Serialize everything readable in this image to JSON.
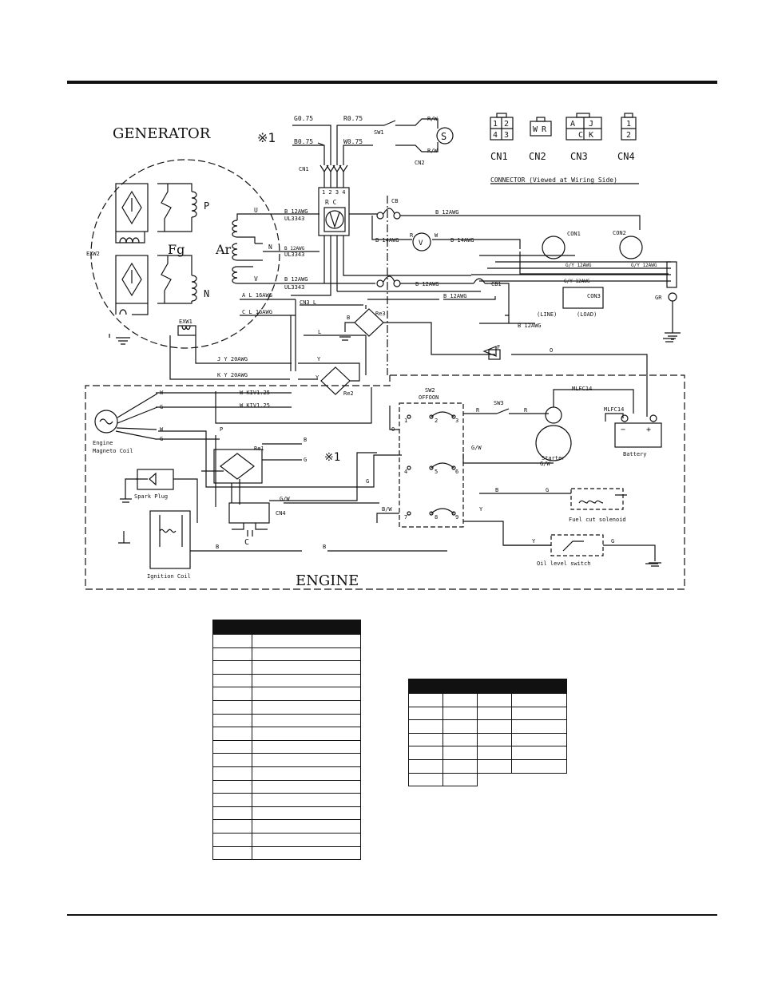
{
  "colors": {
    "ink": "#111111",
    "paper": "#ffffff"
  },
  "labels": {
    "generator": "GENERATOR",
    "engine": "ENGINE",
    "note_mark": "※1",
    "connector_note": "CONNECTOR (Viewed at Wiring Side)",
    "cn1": "CN1",
    "cn2": "CN2",
    "cn3": "CN3",
    "cn4": "CN4",
    "cn1_pins": [
      "1",
      "2",
      "4",
      "3"
    ],
    "cn2_pins": [
      "W",
      "R"
    ],
    "cn3_pins": [
      "A",
      "J",
      "C",
      "K"
    ],
    "cn4_pins": [
      "1",
      "2"
    ],
    "g075": "G0.75",
    "r075": "R0.75",
    "b075": "B0.75",
    "w075": "W0.75",
    "sw1": "SW1",
    "rw": "R/W",
    "s": "S",
    "cn1_small": "CN1",
    "cn2_small": "CN2",
    "rc": "R C",
    "pins1234": "1 2 3 4",
    "ul3343": "UL3343",
    "u": "U",
    "n": "N",
    "v": "V",
    "p": "P",
    "nn": "N",
    "fg": "Fg",
    "ar": "Ar",
    "exw2": "EXW2",
    "exw1": "EXW1",
    "b12awg": "B 12AWG",
    "b14awg": "B 14AWG",
    "cb": "CB",
    "cb1": "CB1",
    "con1": "CON1",
    "con2": "CON2",
    "con3": "CON3",
    "line": "(LINE)",
    "load": "(LOAD)",
    "gy12awg": "G/Y 12AWG",
    "gr": "GR",
    "r_w": "R",
    "w_w": "W",
    "vm": "V",
    "a_l16": "A   L 16AWG",
    "c_l16": "C   L 16AWG",
    "cn3_l": "CN3 L",
    "l": "L",
    "b": "B",
    "re3": "Re3",
    "j_y20": "J   Y 20AWG",
    "k_y20": "K   Y 20AWG",
    "y": "Y",
    "re2": "Re2",
    "f": "F",
    "o": "O",
    "w": "W",
    "g": "G",
    "wkiv": "W KIV1.25",
    "wkiv2": "W KIV1.25",
    "engine_mag": "Engine",
    "mag_coil": "Magneto Coil",
    "re1": "Re1",
    "spark": "Spark Plug",
    "ign": "Ignition Coil",
    "cn4_small": "CN4",
    "c": "C",
    "sw2": "SW2",
    "offon": "OFFOON",
    "sw3": "SW3",
    "mlfc14": "MLFC14",
    "mlfc14b": "MLFC14",
    "starter": "Starter",
    "battery": "Battery",
    "gw": "G/W",
    "bw": "B/W",
    "fuel": "Fuel cut solenoid",
    "oil": "Oil level switch",
    "t1": "1",
    "t2": "2",
    "t3": "3",
    "t4": "4",
    "t5": "5",
    "t6": "6",
    "t7": "7",
    "t8": "8",
    "t9": "9",
    "minus": "−",
    "plus": "+"
  }
}
